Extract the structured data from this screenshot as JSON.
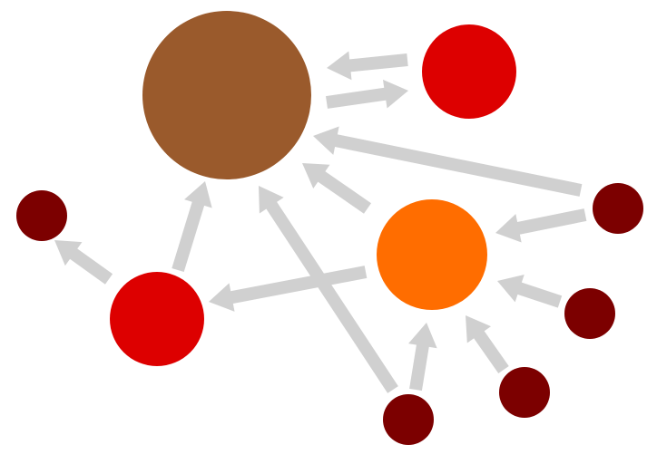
{
  "colors": {
    "background": "#ffffff",
    "edge": "#d0d0d0",
    "hub": "#9a5a2c",
    "primary": "#dd0000",
    "secondary": "#ff6d00",
    "leaf": "#7c0000"
  },
  "nodes": [
    {
      "id": "hub",
      "role": "hub"
    },
    {
      "id": "red-top-right",
      "role": "primary"
    },
    {
      "id": "red-left",
      "role": "primary"
    },
    {
      "id": "orange-center",
      "role": "secondary"
    },
    {
      "id": "leaf-far-left",
      "role": "leaf"
    },
    {
      "id": "leaf-right",
      "role": "leaf"
    },
    {
      "id": "leaf-lower-right",
      "role": "leaf"
    },
    {
      "id": "leaf-bottom-right",
      "role": "leaf"
    },
    {
      "id": "leaf-bottom",
      "role": "leaf"
    }
  ],
  "edges": [
    {
      "from": "red-top-right",
      "to": "hub"
    },
    {
      "from": "hub",
      "to": "red-top-right"
    },
    {
      "from": "leaf-right",
      "to": "hub"
    },
    {
      "from": "leaf-right",
      "to": "orange-center"
    },
    {
      "from": "orange-center",
      "to": "hub"
    },
    {
      "from": "orange-center",
      "to": "red-left"
    },
    {
      "from": "red-left",
      "to": "hub"
    },
    {
      "from": "red-left",
      "to": "leaf-far-left"
    },
    {
      "from": "leaf-bottom",
      "to": "hub"
    },
    {
      "from": "leaf-bottom",
      "to": "orange-center"
    },
    {
      "from": "leaf-bottom-right",
      "to": "orange-center"
    },
    {
      "from": "leaf-lower-right",
      "to": "orange-center"
    }
  ]
}
